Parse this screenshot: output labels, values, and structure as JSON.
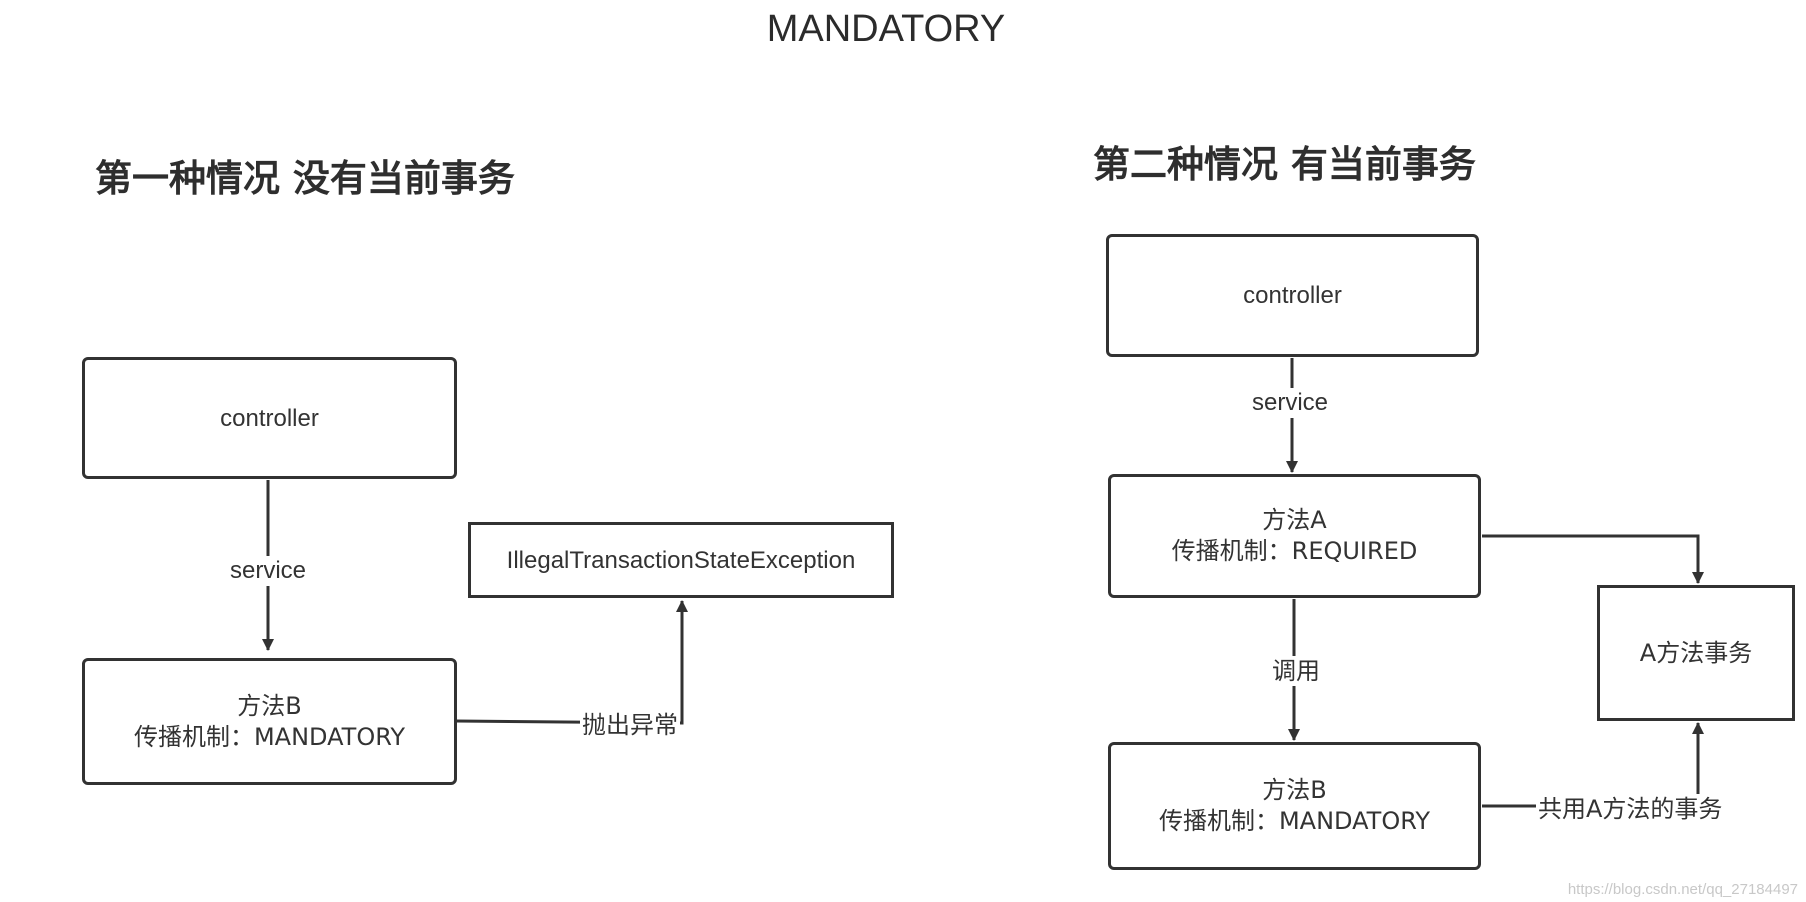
{
  "title": "MANDATORY",
  "case1": {
    "heading": "第一种情况 没有当前事务",
    "controller": "controller",
    "service_label": "service",
    "method_b_name": "方法B",
    "method_b_propagation": "传播机制：MANDATORY",
    "exception": "IllegalTransactionStateException",
    "throw_label": "抛出异常"
  },
  "case2": {
    "heading": "第二种情况 有当前事务",
    "controller": "controller",
    "service_label": "service",
    "method_a_name": "方法A",
    "method_a_propagation": "传播机制：REQUIRED",
    "call_label": "调用",
    "method_b_name": "方法B",
    "method_b_propagation": "传播机制：MANDATORY",
    "a_transaction": "A方法事务",
    "share_label": "共用A方法的事务"
  },
  "watermark": "https://blog.csdn.net/qq_27184497"
}
